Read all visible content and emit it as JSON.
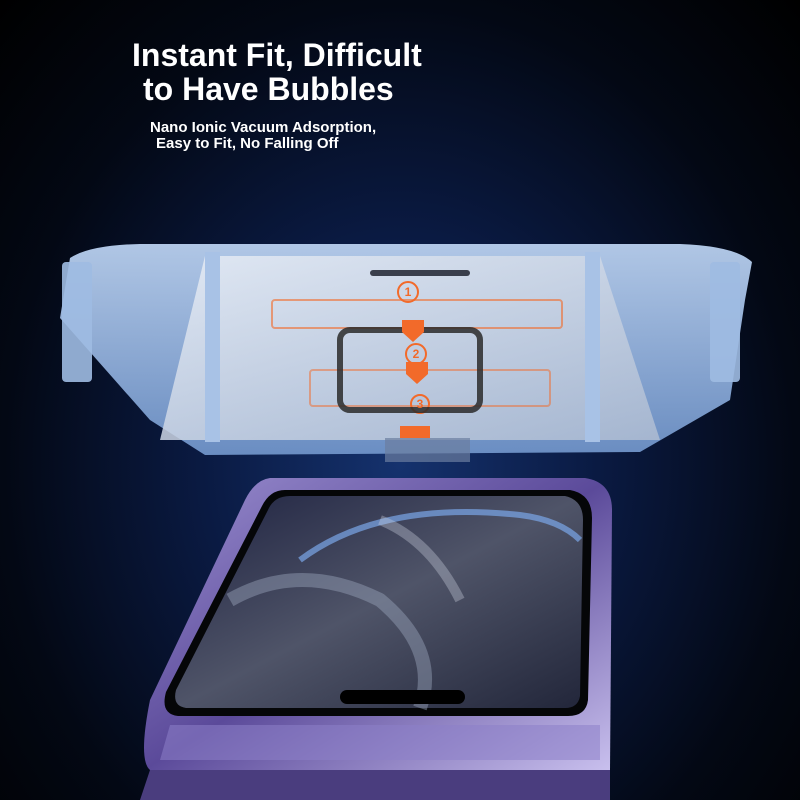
{
  "headline": {
    "line1": "Instant Fit, Difficult",
    "line2": "to Have Bubbles"
  },
  "subheadline": {
    "line1": "Nano Ionic Vacuum Adsorption,",
    "line2": "Easy to Fit, No Falling Off"
  },
  "tray_steps": [
    "1",
    "2",
    "3"
  ],
  "colors": {
    "accent_orange": "#f26a2a",
    "tray_blue": "#8fb3df",
    "frame_purple": "#6b5aa8"
  }
}
